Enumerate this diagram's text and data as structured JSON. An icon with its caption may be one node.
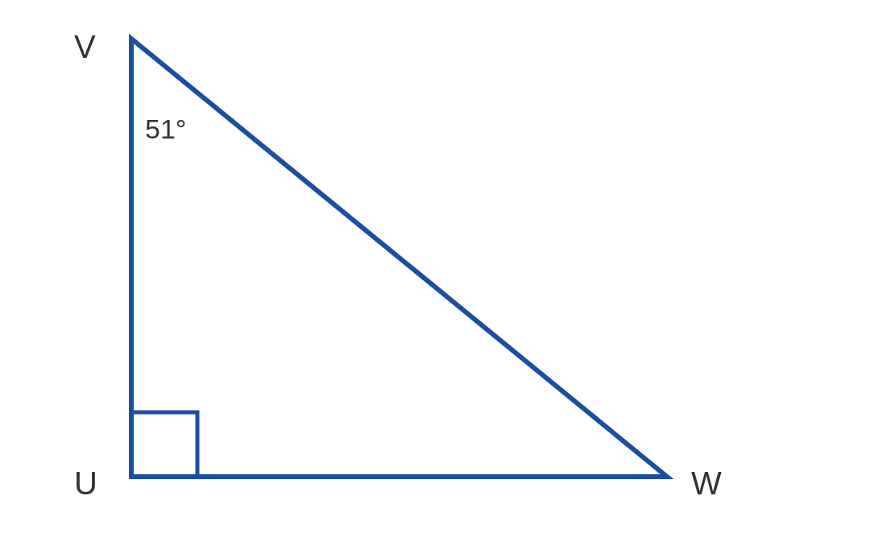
{
  "diagram": {
    "labels": [
      "V",
      "51°",
      "U",
      "W"
    ]
  }
}
